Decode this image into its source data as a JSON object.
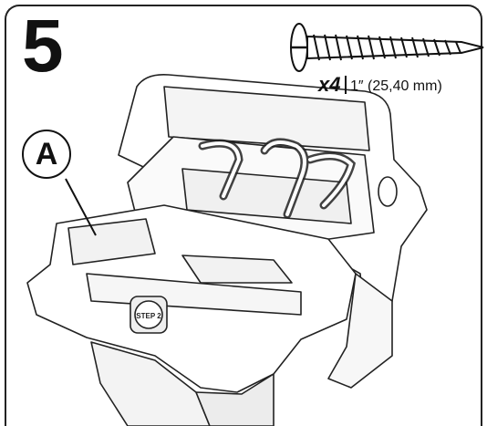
{
  "step": {
    "number": "5"
  },
  "hardware": {
    "quantity": "x4",
    "size": "1″ (25,40 mm)",
    "icon": "screw-icon"
  },
  "callout": {
    "label": "A"
  },
  "illustration": {
    "stamp": "STEP 2"
  },
  "colors": {
    "ink": "#111111",
    "background": "#ffffff"
  }
}
